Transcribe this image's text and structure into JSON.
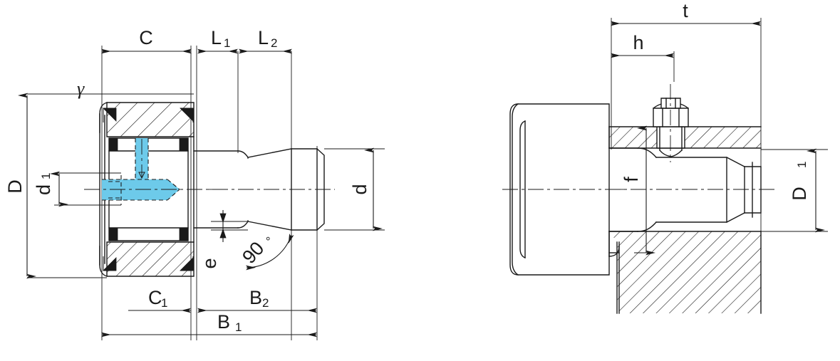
{
  "drawing": {
    "title": "Stud type track roller cam follower dimensional drawing",
    "background": "#ffffff",
    "line_color": "#1a1a1a",
    "accent_color": "#6dcaea",
    "accent_meaning": "lubrication grease channel"
  },
  "left_view": {
    "name": "bearing-cross-section-view",
    "dimensions": {
      "C": "C",
      "L1_base": "L",
      "L1_sub": "1",
      "L2_base": "L",
      "L2_sub": "2",
      "gamma": "γ",
      "D": "D",
      "d1_base": "d",
      "d1_sub": "1",
      "d": "d",
      "e": "e",
      "angle": "90",
      "angle_unit": "°",
      "C1_base": "C",
      "C1_sub": "1",
      "B2_base": "B",
      "B2_sub": "2",
      "B1_base": "B",
      "B1_sub": "1"
    }
  },
  "right_view": {
    "name": "mounted-assembly-section-view",
    "dimensions": {
      "t": "t",
      "h": "h",
      "f": "f",
      "D1_base": "D",
      "D1_sub": "1"
    }
  }
}
